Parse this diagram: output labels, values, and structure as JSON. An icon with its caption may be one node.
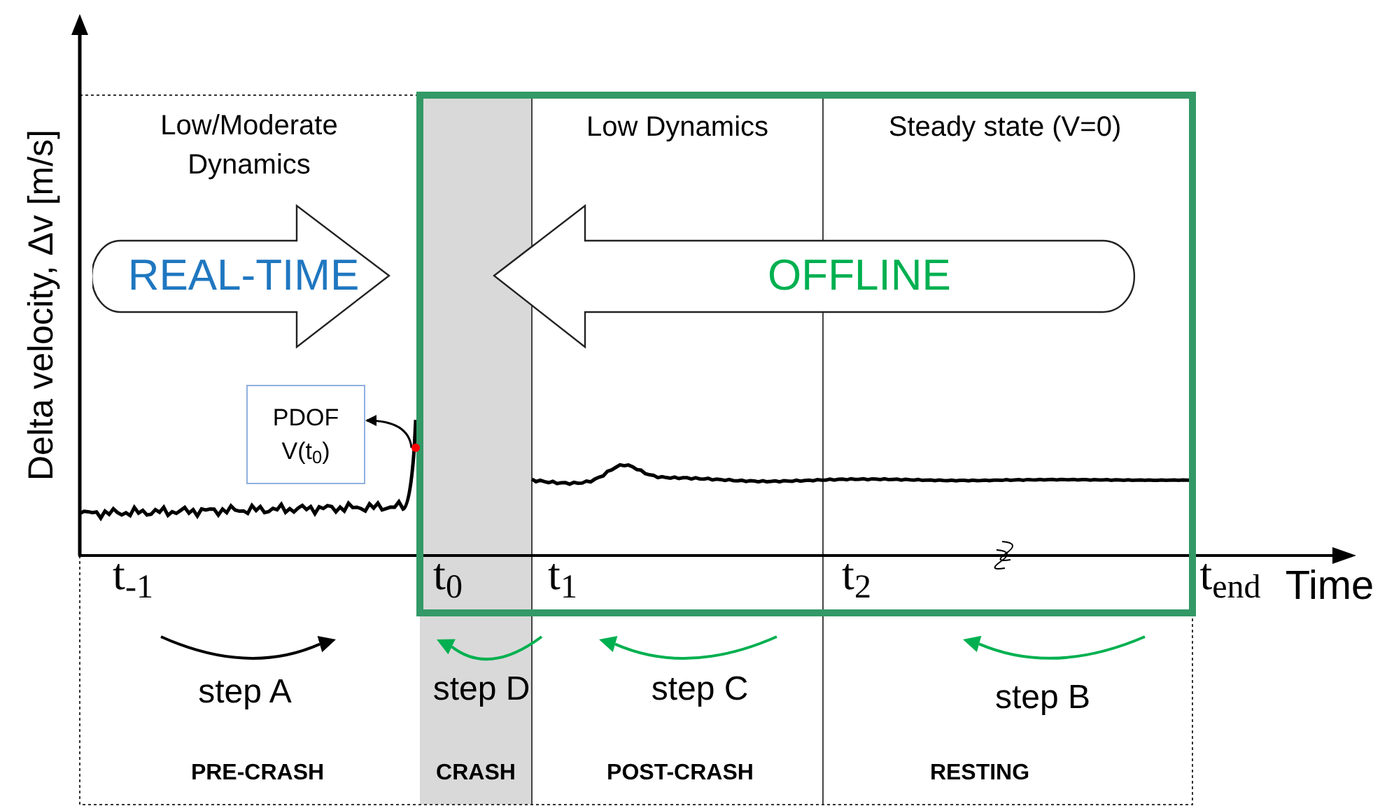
{
  "diagram": {
    "nodes": [
      {
        "text": [
          "REAL-TIME"
        ]
      },
      {
        "text": [
          "OFFLINE"
        ]
      },
      {
        "text": [
          "PDOF V(t$_{0}$)"
        ]
      },
      {
        "text": [],
        "shape": "circle"
      }
    ],
    "edges": [
      {
        "from": 3,
        "to": 2,
        "arrow": "to"
      }
    ],
    "labels": [
      "Delta velocity, Δv [m/s]",
      "Low/Moderate Dynamics",
      "Low Dynamics",
      "Steady state (V=0)",
      "t$_{-1}$",
      "t$_{0}$",
      "t$_{1}$",
      "t$_{2}$",
      "t$_{end}$",
      "Time",
      "step A",
      "step D",
      "step C",
      "step B",
      "PRE-CRASH",
      "CRASH",
      "POST-CRASH",
      "RESTING"
    ]
  }
}
